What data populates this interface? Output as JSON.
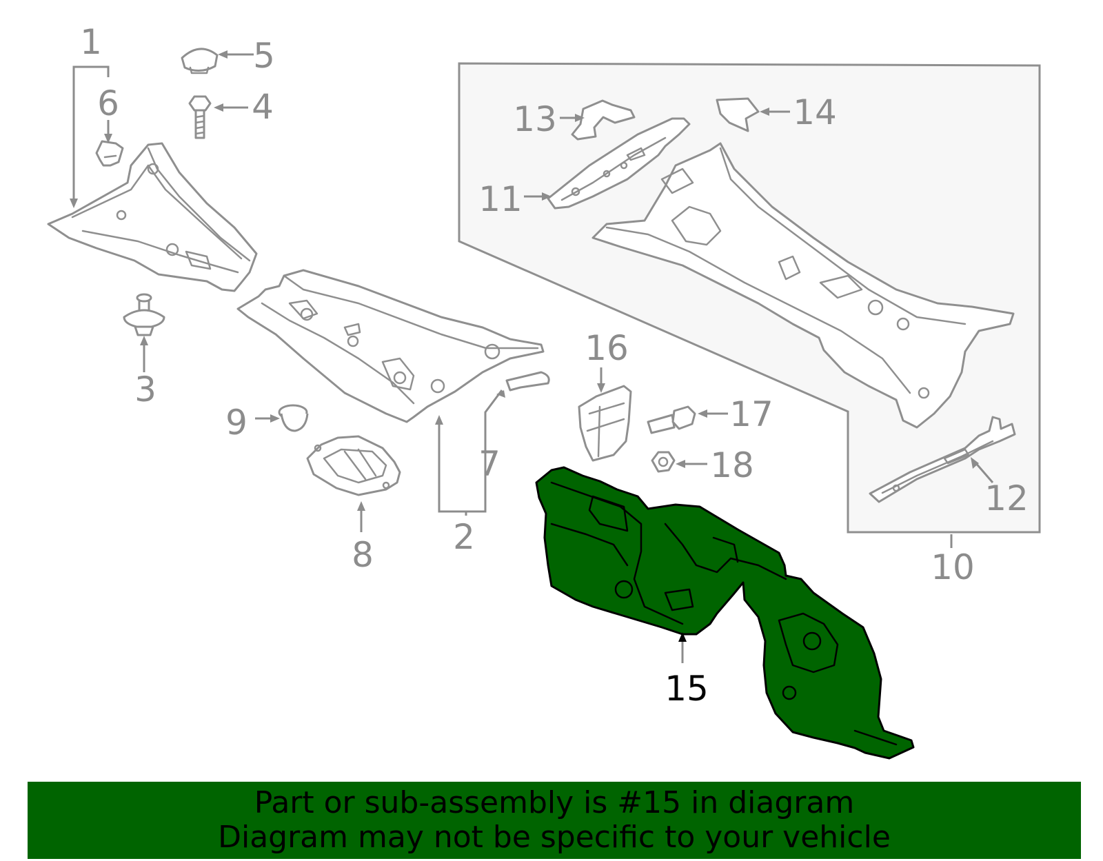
{
  "diagram": {
    "callouts": [
      "1",
      "2",
      "3",
      "4",
      "5",
      "6",
      "7",
      "8",
      "9",
      "10",
      "11",
      "12",
      "13",
      "14",
      "15",
      "16",
      "17",
      "18"
    ],
    "highlighted_part": "15",
    "highlight_color": "#006400",
    "callout_color": "#8c8c8c"
  },
  "banner": {
    "line1": "Part or sub-assembly is #15 in diagram",
    "line2": "Diagram may not be specific to your vehicle",
    "background": "#006400"
  }
}
